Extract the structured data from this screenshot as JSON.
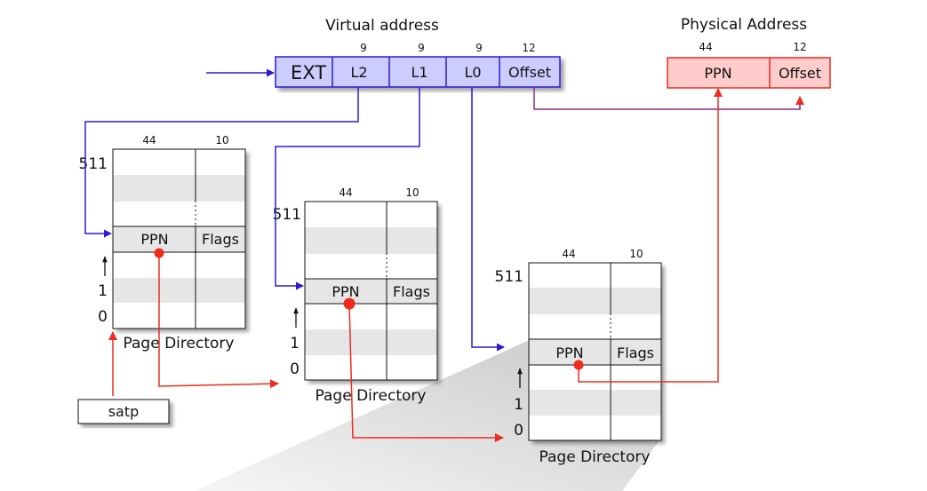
{
  "virtual_address": {
    "title": "Virtual address",
    "fields": [
      "EXT",
      "L2",
      "L1",
      "L0",
      "Offset"
    ],
    "widths": [
      "9",
      "9",
      "9",
      "12"
    ]
  },
  "physical_address": {
    "title": "Physical Address",
    "fields": [
      "PPN",
      "Offset"
    ],
    "widths": [
      "44",
      "12"
    ]
  },
  "page_table": {
    "col_widths": [
      "44",
      "10"
    ],
    "entry_fields": [
      "PPN",
      "Flags"
    ],
    "index_top": "511",
    "index_one": "1",
    "index_zero": "0",
    "caption": "Page Directory"
  },
  "satp": "satp",
  "colors": {
    "virtual_fill": "#ccccff",
    "virtual_stroke": "#2a1bd6",
    "physical_fill": "#ffcccc",
    "physical_stroke": "#ee2b1e",
    "stripe": "#e6e6e6"
  }
}
